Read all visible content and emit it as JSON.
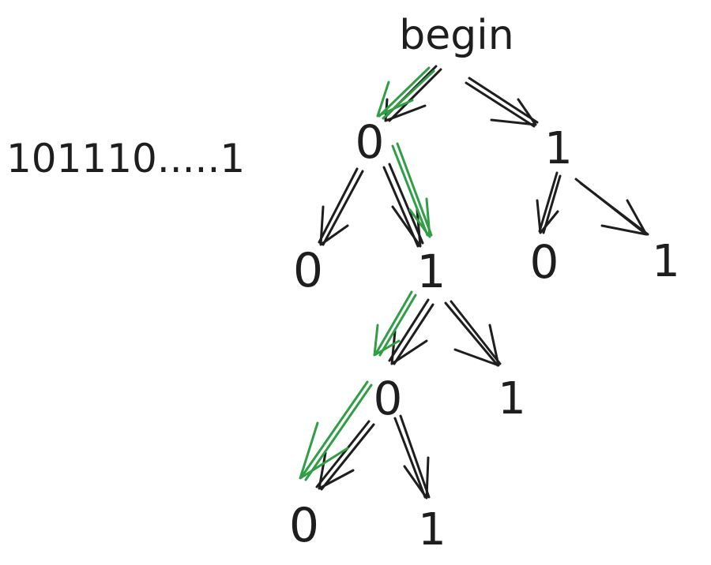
{
  "sequence": "101110.....1",
  "colors": {
    "ink": "#1e1e1e",
    "highlight": "#2f9e44",
    "background": "#ffffff"
  },
  "tree": {
    "nodes": [
      {
        "id": "root",
        "label": "begin"
      },
      {
        "id": "n0",
        "label": "0"
      },
      {
        "id": "n1",
        "label": "1"
      },
      {
        "id": "n00",
        "label": "0"
      },
      {
        "id": "n01",
        "label": "1"
      },
      {
        "id": "n10",
        "label": "0"
      },
      {
        "id": "n11",
        "label": "1"
      },
      {
        "id": "n010",
        "label": "0"
      },
      {
        "id": "n011",
        "label": "1"
      },
      {
        "id": "n0100",
        "label": "0"
      },
      {
        "id": "n0101",
        "label": "1"
      }
    ],
    "edges": [
      {
        "from": "root",
        "to": "n0",
        "highlighted": true
      },
      {
        "from": "root",
        "to": "n1",
        "highlighted": false
      },
      {
        "from": "n0",
        "to": "n00",
        "highlighted": false
      },
      {
        "from": "n0",
        "to": "n01",
        "highlighted": true
      },
      {
        "from": "n1",
        "to": "n10",
        "highlighted": false
      },
      {
        "from": "n1",
        "to": "n11",
        "highlighted": false
      },
      {
        "from": "n01",
        "to": "n010",
        "highlighted": true
      },
      {
        "from": "n01",
        "to": "n011",
        "highlighted": false
      },
      {
        "from": "n010",
        "to": "n0100",
        "highlighted": true
      },
      {
        "from": "n010",
        "to": "n0101",
        "highlighted": false
      }
    ]
  }
}
